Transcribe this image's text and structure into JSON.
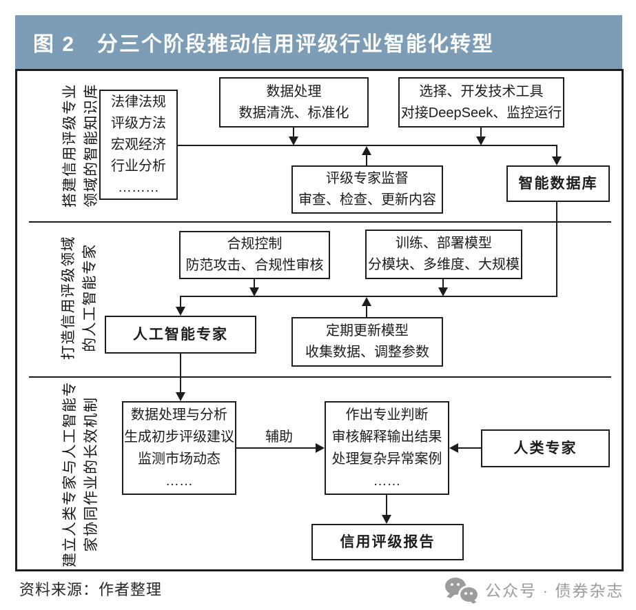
{
  "figure": {
    "title": "图 2　分三个阶段推动信用评级行业智能化转型"
  },
  "sections": [
    {
      "id": "stage1",
      "label": [
        "搭建信用评级专业",
        "领域的智能知识库"
      ]
    },
    {
      "id": "stage2",
      "label": [
        "打造信用评级领域",
        "的人工智能专家"
      ]
    },
    {
      "id": "stage3",
      "label": [
        "建立人类专家与人工智能专",
        "家协同作业的长效机制"
      ]
    }
  ],
  "boxes": {
    "knowledge": {
      "lines": [
        "法律法规",
        "评级方法",
        "宏观经济",
        "行业分析",
        "………"
      ]
    },
    "data_processing": {
      "lines": [
        "数据处理",
        "数据清洗、标准化"
      ]
    },
    "tech_tools": {
      "lines": [
        "选择、开发技术工具",
        "对接DeepSeek、监控运行"
      ]
    },
    "expert_supervision": {
      "lines": [
        "评级专家监督",
        "审查、检查、更新内容"
      ]
    },
    "smart_database": {
      "label": "智能数据库"
    },
    "compliance": {
      "lines": [
        "合规控制",
        "防范攻击、合规性审核"
      ]
    },
    "model_training": {
      "lines": [
        "训练、部署模型",
        "分模块、多维度、大规模"
      ]
    },
    "ai_expert": {
      "label": "人工智能专家"
    },
    "model_update": {
      "lines": [
        "定期更新模型",
        "收集数据、调整参数"
      ]
    },
    "ai_tasks": {
      "lines": [
        "数据处理与分析",
        "生成初步评级建议",
        "监测市场动态",
        "……"
      ]
    },
    "human_tasks": {
      "lines": [
        "作出专业判断",
        "审核解释输出结果",
        "处理复杂异常案例",
        "……"
      ]
    },
    "human_expert": {
      "label": "人类专家"
    },
    "rating_report": {
      "label": "信用评级报告"
    }
  },
  "arrow_labels": {
    "assist": "辅助"
  },
  "footer": {
    "source": "资料来源：作者整理",
    "watermark": "公众号 · 债券杂志"
  },
  "colors": {
    "header_bg": "#7d9db6",
    "header_text": "#ffffff",
    "line": "#1c1c1c",
    "watermark_gray": "#9c9c9c"
  }
}
